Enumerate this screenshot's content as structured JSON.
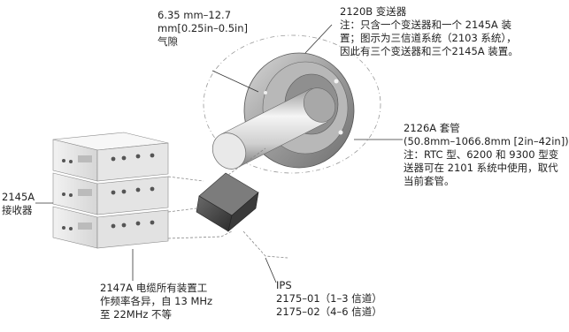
{
  "labels": {
    "air_gap": [
      "6.35 mm–12.7",
      "mm[0.25in–0.5in]",
      "气隙"
    ],
    "transmitter": [
      "2120B 变送器",
      "注：只含一个变送器和一个 2145A 装",
      "置；图示为三信道系统（2103 系统），",
      "因此有三个变送器和三个2145A 装置。"
    ],
    "sleeve": [
      "2126A 套管",
      "(50.8mm–1066.8mm [2in–42in])",
      "注：RTC 型、6200 和 9300 型变",
      "送器可在 2101 系统中使用，取代",
      "当前套管。"
    ],
    "receiver": [
      "2145A",
      "接收器"
    ],
    "cable": [
      "2147A 电缆所有装置工",
      "作频率各异，自 13 MHz",
      "至 22MHz 不等"
    ],
    "ips": [
      "IPS",
      "2175–01（1–3 信道）",
      "2175–02（4–6 信道）"
    ]
  },
  "colors": {
    "line": "#333333",
    "metal_light": "#f4f4f4",
    "metal_mid": "#cfcfcf",
    "metal_dark": "#8a8a8a",
    "ips_dark": "#3d3d3d"
  }
}
